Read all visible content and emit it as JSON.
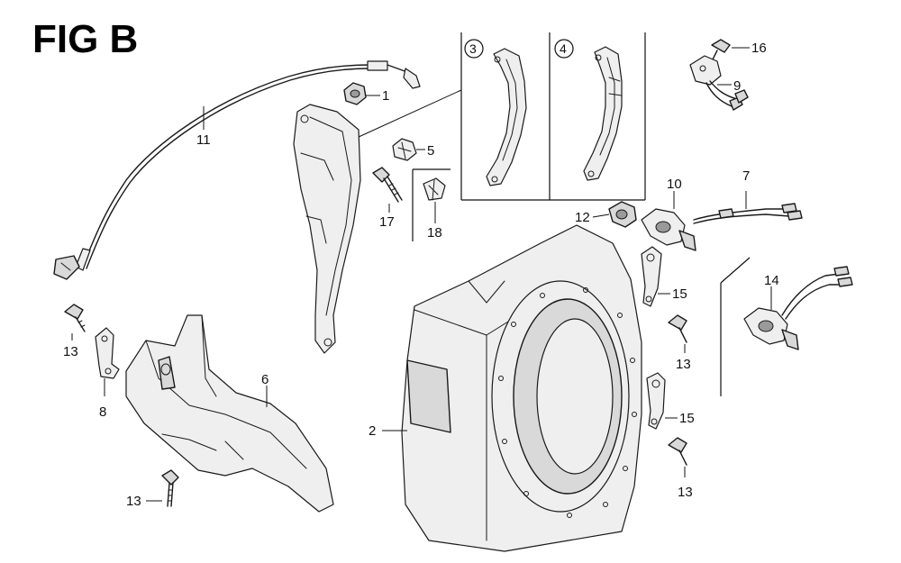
{
  "title": "FIG B",
  "callouts": [
    {
      "key": "c1",
      "text": "1"
    },
    {
      "key": "c2",
      "text": "2"
    },
    {
      "key": "c3",
      "text": "3"
    },
    {
      "key": "c4",
      "text": "4"
    },
    {
      "key": "c5",
      "text": "5"
    },
    {
      "key": "c6",
      "text": "6"
    },
    {
      "key": "c7",
      "text": "7"
    },
    {
      "key": "c8",
      "text": "8"
    },
    {
      "key": "c9",
      "text": "9"
    },
    {
      "key": "c10",
      "text": "10"
    },
    {
      "key": "c11",
      "text": "11"
    },
    {
      "key": "c12",
      "text": "12"
    },
    {
      "key": "c13a",
      "text": "13"
    },
    {
      "key": "c13b",
      "text": "13"
    },
    {
      "key": "c13c",
      "text": "13"
    },
    {
      "key": "c13d",
      "text": "13"
    },
    {
      "key": "c14",
      "text": "14"
    },
    {
      "key": "c15a",
      "text": "15"
    },
    {
      "key": "c15b",
      "text": "15"
    },
    {
      "key": "c16",
      "text": "16"
    },
    {
      "key": "c17",
      "text": "17"
    },
    {
      "key": "c18",
      "text": "18"
    }
  ],
  "variant_panels": [
    {
      "key": "v3",
      "text": "3"
    },
    {
      "key": "v4",
      "text": "4"
    }
  ]
}
